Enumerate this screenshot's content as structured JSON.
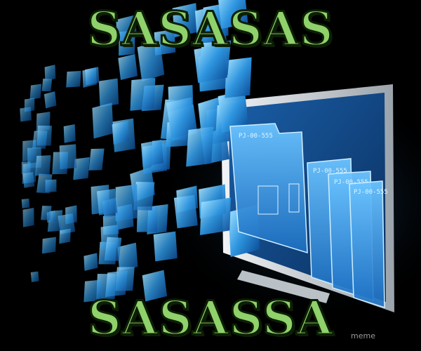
{
  "meme": {
    "top_text": "SASASAS",
    "bottom_text": "SASASSA",
    "watermark": "meme"
  },
  "screen_labels": [
    "PJ-00-555",
    "PJ-00-555",
    "PJ-00-555",
    "PJ-00-555"
  ],
  "colors": {
    "background": "#000000",
    "text_fill": "#8fd16a",
    "text_outline": "#0d1f05",
    "tile_blue": "#2e8fd8",
    "tile_light": "#7fd0ff",
    "monitor_frame": "#d8dde2"
  }
}
